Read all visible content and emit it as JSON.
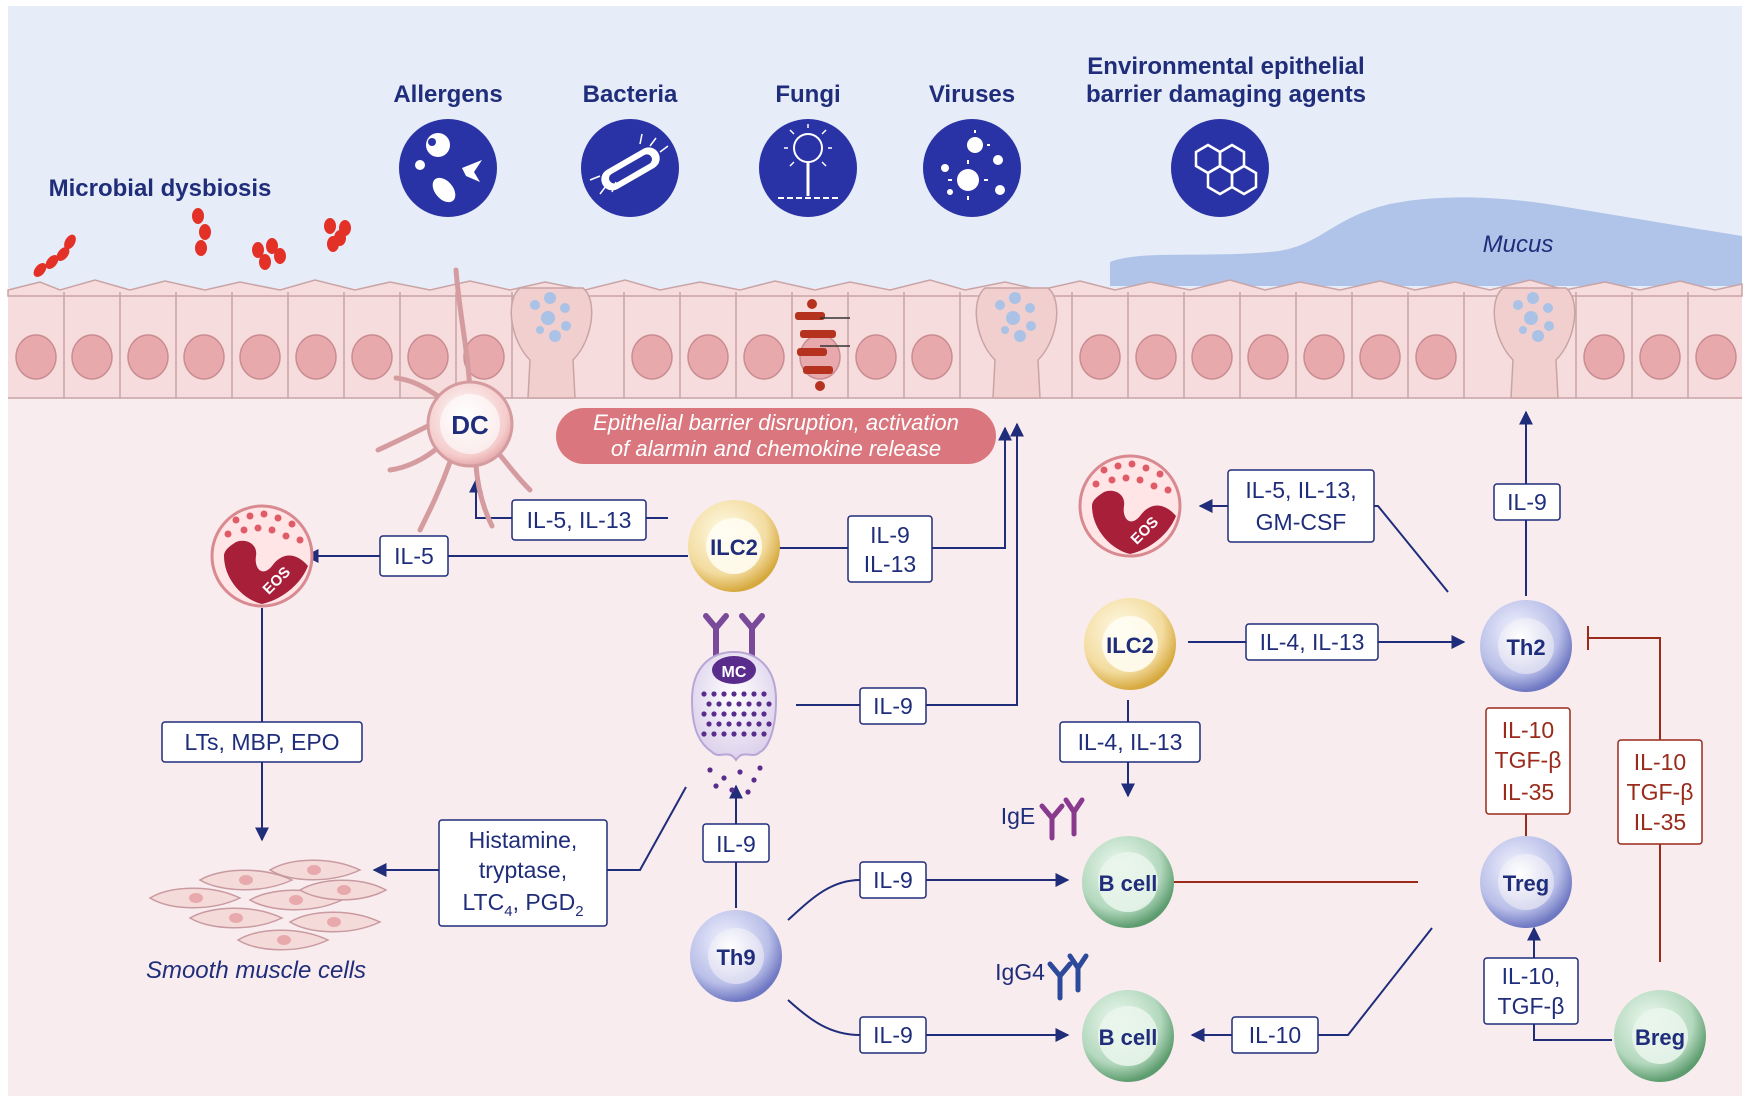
{
  "top": {
    "microbial_dysbiosis": "Microbial dysbiosis",
    "allergens": "Allergens",
    "bacteria": "Bacteria",
    "fungi": "Fungi",
    "viruses": "Viruses",
    "env_line1": "Environmental epithelial",
    "env_line2": "barrier damaging agents",
    "mucus": "Mucus"
  },
  "banner": {
    "line1": "Epithelial barrier disruption, activation",
    "line2": "of alarmin and chemokine release"
  },
  "cells": {
    "dc": "DC",
    "eos": "EOS",
    "ilc2": "ILC2",
    "mc": "MC",
    "th9": "Th9",
    "th2": "Th2",
    "treg": "Treg",
    "breg": "Breg",
    "bcell": "B cell",
    "smooth_muscle": "Smooth muscle cells"
  },
  "antibodies": {
    "ige": "IgE",
    "igg4": "IgG4"
  },
  "labels": {
    "il5_il13": "IL-5, IL-13",
    "il5": "IL-5",
    "il9": "IL-9",
    "il13": "IL-13",
    "lts_mbp_epo": "LTs, MBP, EPO",
    "histamine": "Histamine,",
    "tryptase": "tryptase,",
    "ltc4_base": "LTC",
    "ltc4_sub": "4",
    "pgd2_base": ", PGD",
    "pgd2_sub": "2",
    "il5_il13_comma": "IL-5, IL-13,",
    "gm_csf": "GM-CSF",
    "il4_il13": "IL-4, IL-13",
    "il10": "IL-10",
    "il10_comma": "IL-10,",
    "tgfb": "TGF-β",
    "il35": "IL-35"
  },
  "colors": {
    "navy": "#1f2d7a",
    "red": "#9a2a1a",
    "sky": "#e6ecf8",
    "tissue": "#f8ecef",
    "epithelium": "#f6dcdc",
    "nucleus": "#e8a9ad"
  }
}
